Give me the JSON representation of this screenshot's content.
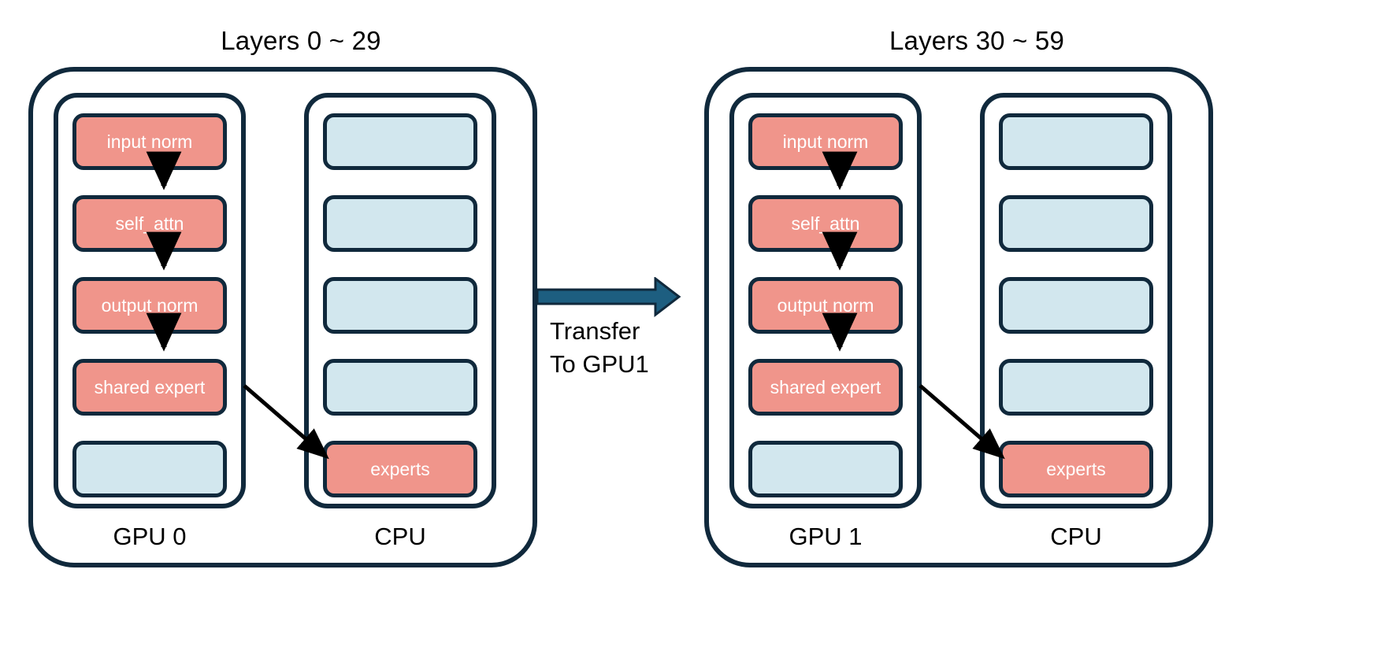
{
  "diagram": {
    "title": "Layer-wise MoE offloading across GPU 0 / GPU 1 with CPU expert storage",
    "colors": {
      "accent_red": "#f0958b",
      "accent_blue": "#d2e7ee",
      "outline": "#10293c",
      "transfer_arrow": "#1d5e80",
      "background": "#ffffff",
      "label_text": "#000000",
      "box_text": "#ffffff"
    }
  },
  "groups": [
    {
      "title": "Layers 0 ~ 29",
      "gpu": {
        "label": "GPU 0",
        "slots": [
          {
            "label": "input norm",
            "color": "red"
          },
          {
            "label": "self_attn",
            "color": "red"
          },
          {
            "label": "output norm",
            "color": "red"
          },
          {
            "label": "shared expert",
            "color": "red"
          },
          {
            "label": "",
            "color": "blue"
          }
        ]
      },
      "cpu": {
        "label": "CPU",
        "slots": [
          {
            "label": "",
            "color": "blue"
          },
          {
            "label": "",
            "color": "blue"
          },
          {
            "label": "",
            "color": "blue"
          },
          {
            "label": "",
            "color": "blue"
          },
          {
            "label": "experts",
            "color": "red"
          }
        ]
      }
    },
    {
      "title": "Layers 30 ~ 59",
      "gpu": {
        "label": "GPU 1",
        "slots": [
          {
            "label": "input norm",
            "color": "red"
          },
          {
            "label": "self_attn",
            "color": "red"
          },
          {
            "label": "output norm",
            "color": "red"
          },
          {
            "label": "shared expert",
            "color": "red"
          },
          {
            "label": "",
            "color": "blue"
          }
        ]
      },
      "cpu": {
        "label": "CPU",
        "slots": [
          {
            "label": "",
            "color": "blue"
          },
          {
            "label": "",
            "color": "blue"
          },
          {
            "label": "",
            "color": "blue"
          },
          {
            "label": "",
            "color": "blue"
          },
          {
            "label": "experts",
            "color": "red"
          }
        ]
      }
    }
  ],
  "transfer": {
    "line1": "Transfer",
    "line2": "To GPU1"
  }
}
